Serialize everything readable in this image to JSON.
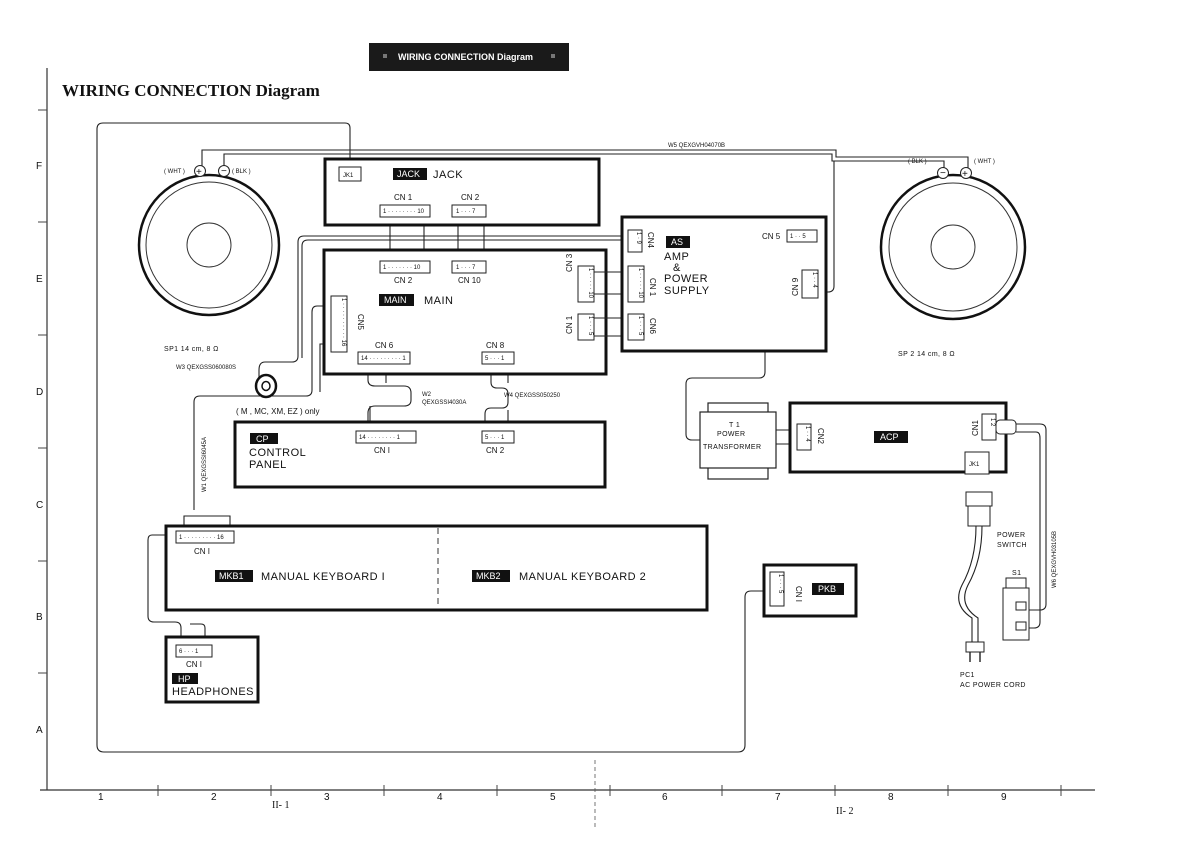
{
  "header_tab": "WIRING CONNECTION Diagram",
  "title": "WIRING CONNECTION Diagram",
  "grid": {
    "rows": [
      "F",
      "E",
      "D",
      "C",
      "B",
      "A"
    ],
    "cols": [
      "1",
      "2",
      "3",
      "4",
      "5",
      "6",
      "7",
      "8",
      "9"
    ],
    "pages": [
      "II- 1",
      "II- 2"
    ]
  },
  "speakers": {
    "sp1": {
      "label": "SP1   14 cm,  8 Ω",
      "plus": "( WHT )",
      "minus": "( BLK )"
    },
    "sp2": {
      "label": "SP 2   14 cm,   8 Ω",
      "plus": "( WHT )",
      "minus": "( BLK )"
    }
  },
  "boards": {
    "jack": {
      "tag": "JACK",
      "name": "JACK",
      "jk": "JK1",
      "cn1": "CN 1",
      "cn1_pins": "1 · · · · · · · · 10",
      "cn2": "CN 2",
      "cn2_pins": "1 · · · 7"
    },
    "main": {
      "tag": "MAIN",
      "name": "MAIN",
      "cn2": "CN 2",
      "cn2_pins": "1 · · · · · · · 10",
      "cn10": "CN 10",
      "cn10_pins": "1 · · · 7",
      "cn3": "CN 3",
      "cn3_pins": "1 · · · · · 10",
      "cn1": "CN 1",
      "cn1_pins": "1 · · · 5",
      "cn5": "CN5",
      "cn5_pins": "1 · · · · · · · · · · 16",
      "cn6": "CN 6",
      "cn6_pins": "14 · · · · · · · · · 1",
      "cn8": "CN 8",
      "cn8_pins": "5 · · · 1"
    },
    "as": {
      "tag": "AS",
      "name_lines": [
        "AMP",
        "&",
        "POWER",
        "SUPPLY"
      ],
      "cn4": "CN4",
      "cn4_pins": "1 · 9",
      "cn1": "CN 1",
      "cn1_pins": "1 · · · · · 10",
      "cn6": "CN6",
      "cn6_pins": "1 · · · 5",
      "cn5": "CN 5",
      "cn5_pins": "1 · · 5",
      "cn9": "CN 9",
      "cn9_pins": "1 · · 4"
    },
    "cp": {
      "tag": "CP",
      "name_lines": [
        "CONTROL",
        "PANEL"
      ],
      "cn1": "CN I",
      "cn1_pins": "14 · · · · · · · · 1",
      "cn2": "CN 2",
      "cn2_pins": "5 · · · 1"
    },
    "acp": {
      "tag": "ACP",
      "cn2": "CN2",
      "cn2_pins": "1 · · 4",
      "cn1": "CN1",
      "cn1_pins": "1 2",
      "jk": "JK1"
    },
    "mkb1": {
      "tag": "MKB1",
      "name": "MANUAL  KEYBOARD I",
      "cn1": "CN I",
      "cn1_pins": "1 · · · · · · · · · 16"
    },
    "mkb2": {
      "tag": "MKB2",
      "name": "MANUAL  KEYBOARD 2"
    },
    "pkb": {
      "tag": "PKB",
      "cn1": "CN I",
      "cn1_pins": "1 · · · 5"
    },
    "hp": {
      "tag": "HP",
      "name": "HEADPHONES",
      "cn1": "CN I",
      "cn1_pins": "6 · · · 1"
    }
  },
  "transformer": {
    "id": "T 1",
    "lines": [
      "POWER",
      "TRANSFORMER"
    ]
  },
  "wires": {
    "w1": "W1   QEXGSSI6045A",
    "w2": "W2",
    "w2_code": "QEXGSSI4030A",
    "w3": "W3  QEXGSS060080S",
    "w4": "W4  QEXGSS050250",
    "w5": "W5  QEXGVH04070B",
    "w6": "W6  QEXGVH03105B"
  },
  "ferrite_note": "( M , MC, XM, EZ ) only",
  "power_switch": {
    "id": "S1",
    "lines": [
      "POWER",
      "SWITCH"
    ]
  },
  "power_cord": {
    "lines": [
      "PC1",
      "AC  POWER CORD"
    ]
  }
}
